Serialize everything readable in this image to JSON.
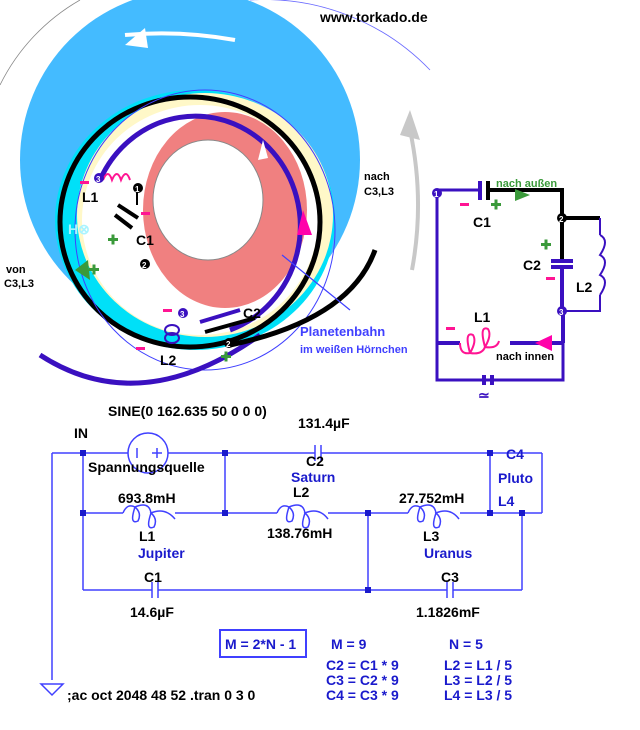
{
  "site": "www.torkado.de",
  "orbit": {
    "labels": {
      "l1": "L1",
      "c1": "C1",
      "c2": "C2",
      "l2": "L2",
      "from": "von",
      "from2": "C3,L3",
      "to": "nach",
      "to2": "C3,L3",
      "n1": "1",
      "n2": "2",
      "n3": "3",
      "hx": "H⊗"
    },
    "note1": "Planetenbahn",
    "note2": "im weißen Hörnchen"
  },
  "small_circuit": {
    "c1": "C1",
    "c2": "C2",
    "l1": "L1",
    "l2": "L2",
    "out": "nach außen",
    "in": "nach innen",
    "n1": "1",
    "n2": "2",
    "n3": "3",
    "ac": "≃"
  },
  "schematic": {
    "source_spec": "SINE(0 162.635 50 0 0 0)",
    "source_name": "Spannungsquelle",
    "in": "IN",
    "c2_value": "131.4µF",
    "c2": "C2",
    "saturn": "Saturn",
    "c4": "C4",
    "pluto": "Pluto",
    "l4": "L4",
    "l1_value": "693.8mH",
    "l1": "L1",
    "jupiter": "Jupiter",
    "l2": "L2",
    "l2_value": "138.76mH",
    "l3_value": "27.752mH",
    "l3": "L3",
    "uranus": "Uranus",
    "c1": "C1",
    "c1_value": "14.6µF",
    "c3": "C3",
    "c3_value": "1.1826mF",
    "formula": "M = 2*N - 1",
    "m": "M = 9",
    "n": "N = 5",
    "c_rules": [
      "C2 = C1 * 9",
      "C3 = C2 * 9",
      "C4 = C3 * 9"
    ],
    "l_rules": [
      "L2 = L1 / 5",
      "L3 = L2 / 5",
      "L4 = L3 / 5"
    ],
    "directive": ";ac oct 2048 48 52  .tran 0 3 0"
  },
  "colors": {
    "wire": "#4040ff",
    "orbit": "#44bbff",
    "ring": "#f08080",
    "coil": "#ff1493",
    "plus": "#3a9a3a",
    "dark": "#3a10c0"
  }
}
